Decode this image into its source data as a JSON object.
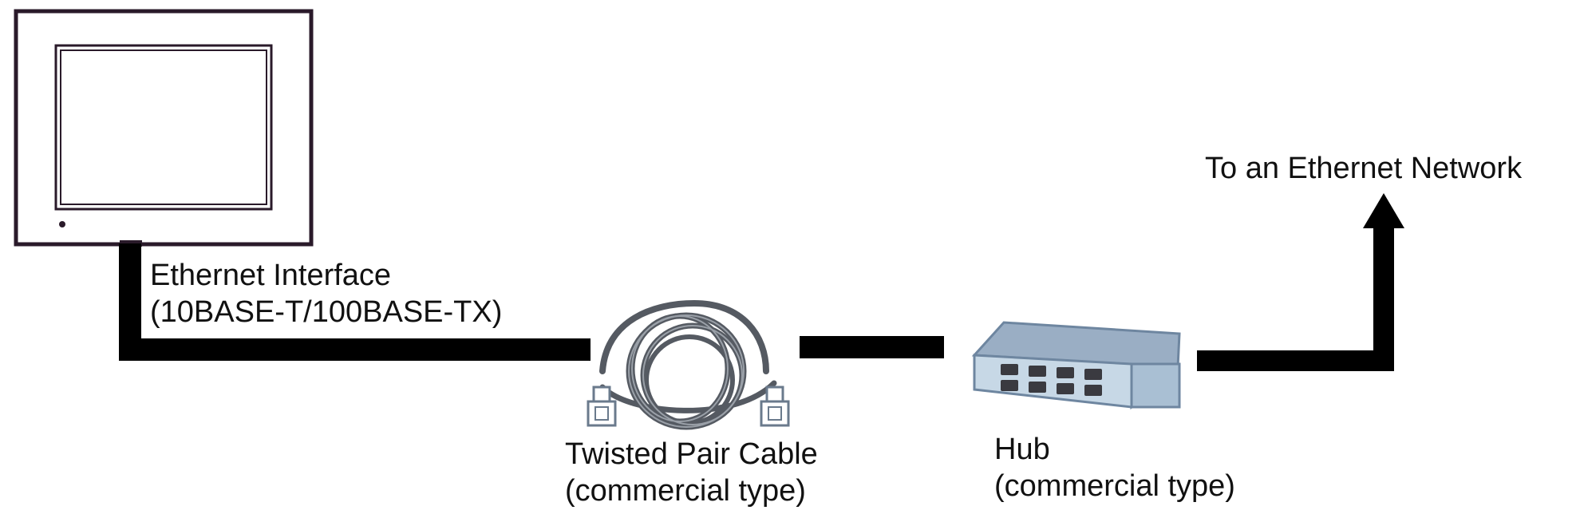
{
  "labels": {
    "ethernet_interface": [
      "Ethernet Interface",
      "(10BASE-T/100BASE-TX)"
    ],
    "twisted_pair_cable": [
      "Twisted Pair Cable",
      "(commercial type)"
    ],
    "hub": [
      "Hub",
      "(commercial type)"
    ],
    "network": "To an Ethernet Network"
  },
  "colors": {
    "line": "#000000",
    "panel_frame": "#2a1a2a",
    "cable": "#555a62",
    "hub_body": "#9aaec4",
    "hub_face": "#c7d8e6",
    "hub_port": "#3a3a40"
  },
  "icons": [
    "touch-panel-display",
    "twisted-pair-cable-icon",
    "hub-icon",
    "arrow-up-icon"
  ]
}
